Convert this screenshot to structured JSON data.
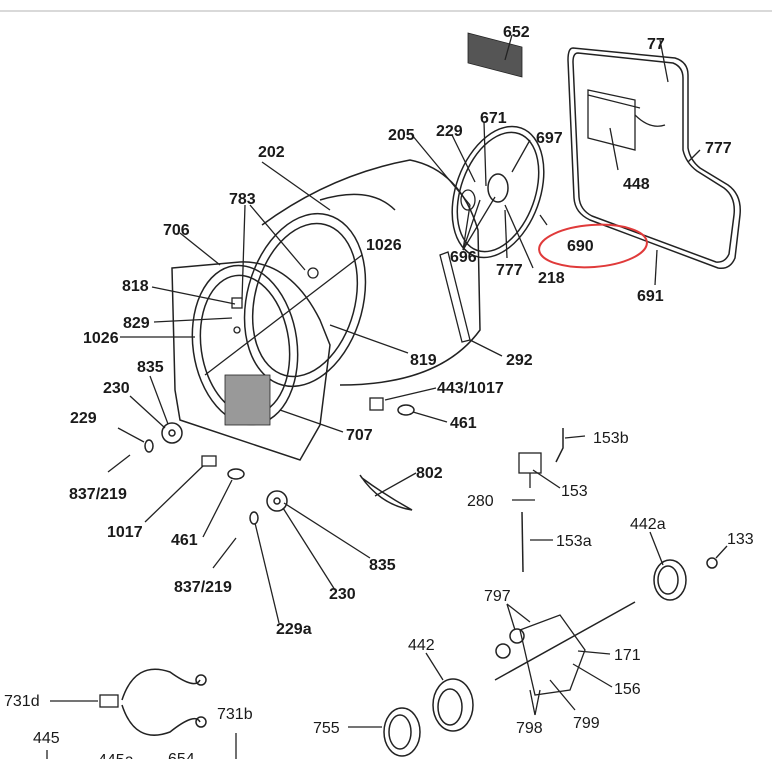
{
  "diagram": {
    "title": "Dryer drum assembly exploded parts diagram",
    "highlight": {
      "label": "690",
      "color": "#e03a3a",
      "shape": "ellipse"
    },
    "labels": {
      "l652": "652",
      "l77": "77",
      "l777a": "777",
      "l448": "448",
      "l691": "691",
      "l690": "690",
      "l697": "697",
      "l671": "671",
      "l229a": "229",
      "l205": "205",
      "l696": "696",
      "l777b": "777",
      "l218": "218",
      "l202": "202",
      "l783": "783",
      "l706": "706",
      "l1026a": "1026",
      "l818": "818",
      "l829": "829",
      "l1026b": "1026",
      "l819": "819",
      "l292": "292",
      "l835a": "835",
      "l230a": "230",
      "l229b": "229",
      "l443": "443/1017",
      "l461a": "461",
      "l707": "707",
      "l837a": "837/219",
      "l1017": "1017",
      "l461b": "461",
      "l802": "802",
      "l835b": "835",
      "l230b": "230",
      "l837b": "837/219",
      "l229c": "229a",
      "l153b": "153b",
      "l153": "153",
      "l280": "280",
      "l153a": "153a",
      "l442a": "442a",
      "l133": "133",
      "l797": "797",
      "l171": "171",
      "l156": "156",
      "l442": "442",
      "l798": "798",
      "l799": "799",
      "l755": "755",
      "l731d": "731d",
      "l731b": "731b",
      "l445": "445",
      "l445a": "445a",
      "l654": "654"
    }
  }
}
